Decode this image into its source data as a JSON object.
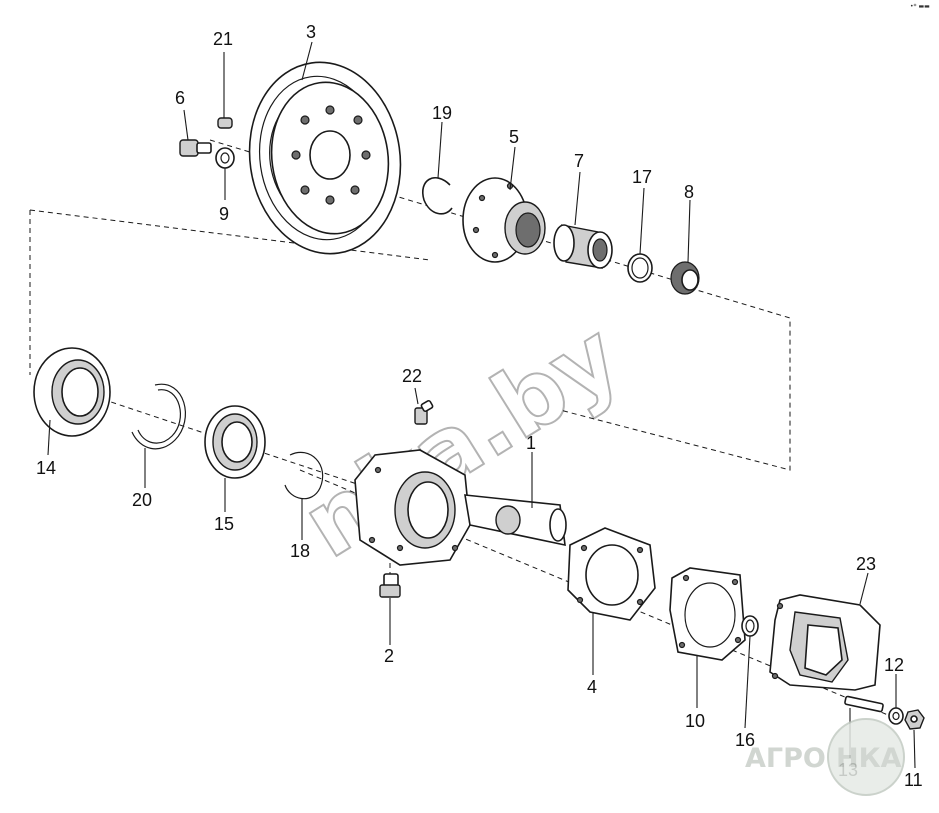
{
  "diagram": {
    "labels": {
      "l1": "1",
      "l2": "2",
      "l3": "3",
      "l4": "4",
      "l5": "5",
      "l6": "6",
      "l7": "7",
      "l8": "8",
      "l9": "9",
      "l10": "10",
      "l11": "11",
      "l12": "12",
      "l13": "13",
      "l14": "14",
      "l15": "15",
      "l16": "16",
      "l17": "17",
      "l18": "18",
      "l19": "19",
      "l20": "20",
      "l21": "21",
      "l22": "22",
      "l23": "23"
    },
    "watermark": "nka.by",
    "logo": {
      "left": "АГРО",
      "right": "НКА"
    },
    "corner_mark": "•* ▬▬"
  }
}
